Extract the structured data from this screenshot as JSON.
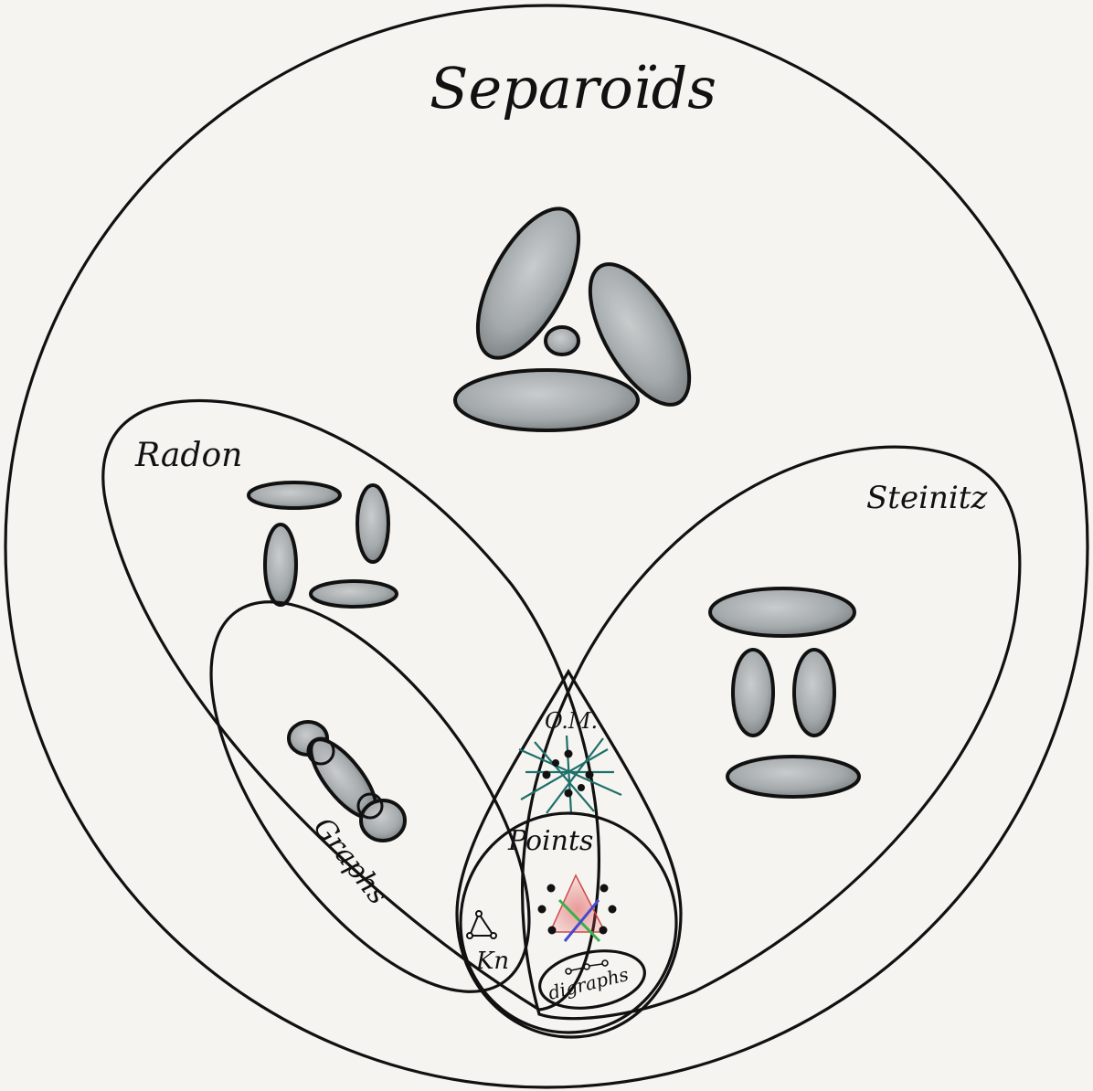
{
  "title": "Separoïds",
  "regions": {
    "radon": "Radon",
    "steinitz": "Steinitz",
    "graphs": "Graphs",
    "om": "O.M.",
    "points": "Points",
    "kn": "Kn",
    "digraphs": "digraphs"
  },
  "colors": {
    "background": "#f5f4f0",
    "ink": "#111111",
    "blob_light": "#c9cccd",
    "blob_dark": "#6f7476",
    "om_teal": "#1f6f6a",
    "points_red": "#e05050",
    "points_green": "#3cb04a",
    "points_blue": "#4848d0"
  }
}
